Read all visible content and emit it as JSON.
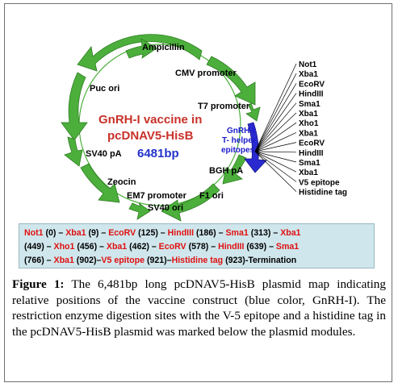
{
  "diagram": {
    "insert_title_line1": "GnRH-I vaccine in",
    "insert_title_line2": "pcDNAV5-HisB",
    "plasmid_size": "6481bp",
    "insert_label_line1": "GnRH-I",
    "insert_label_line2": "T- helper",
    "insert_label_line3": "epitopes",
    "features": {
      "ampicillin": "Ampicillin",
      "cmv_promoter": "CMV promoter",
      "puc_ori": "Puc ori",
      "t7_promoter": "T7 promoter",
      "sv40_pa": "SV40 pA",
      "bgh_pa": "BGH pA",
      "zeocin": "Zeocin",
      "f1_ori": "F1 ori",
      "em7_promoter": "EM7 promoter",
      "sv40_ori": "SV40 ori"
    },
    "sites": [
      {
        "label": "Not1",
        "color": "#e01010"
      },
      {
        "label": "Xba1",
        "color": "#000000"
      },
      {
        "label": "EcoRV",
        "color": "#000000"
      },
      {
        "label": "HindIII",
        "color": "#000000"
      },
      {
        "label": "Sma1",
        "color": "#000000"
      },
      {
        "label": "Xba1",
        "color": "#000000"
      },
      {
        "label": "Xho1",
        "color": "#e01010"
      },
      {
        "label": "Xba1",
        "color": "#000000"
      },
      {
        "label": "EcoRV",
        "color": "#000000"
      },
      {
        "label": "HindIII",
        "color": "#000000"
      },
      {
        "label": "Sma1",
        "color": "#000000"
      },
      {
        "label": "Xba1",
        "color": "#000000"
      },
      {
        "label": "V5 epitope",
        "color": "#000000"
      },
      {
        "label": "Histidine tag",
        "color": "#000000"
      }
    ],
    "colors": {
      "plasmid_arrow": "#4caf3c",
      "insert_arrow": "#2a2ad0",
      "red_site": "#e01010",
      "box_background": "#cfe6ec"
    }
  },
  "digest_box": {
    "line1": [
      {
        "t": "Not1",
        "red": true
      },
      {
        "t": " (0) – ",
        "red": false
      },
      {
        "t": "Xba1",
        "red": true
      },
      {
        "t": " (9) – ",
        "red": false
      },
      {
        "t": "EcoRV",
        "red": true
      },
      {
        "t": " (125) – ",
        "red": false
      },
      {
        "t": "HindIII",
        "red": true
      },
      {
        "t": " (186) – ",
        "red": false
      },
      {
        "t": "Sma1",
        "red": true
      },
      {
        "t": " (313) – ",
        "red": false
      },
      {
        "t": "Xba1",
        "red": true
      }
    ],
    "line2": [
      {
        "t": "(449) – ",
        "red": false
      },
      {
        "t": "Xho1",
        "red": true
      },
      {
        "t": " (456) – ",
        "red": false
      },
      {
        "t": "Xba1",
        "red": true
      },
      {
        "t": " (462) – ",
        "red": false
      },
      {
        "t": "EcoRV",
        "red": true
      },
      {
        "t": " (578) – ",
        "red": false
      },
      {
        "t": "HindIII",
        "red": true
      },
      {
        "t": " (639) – ",
        "red": false
      },
      {
        "t": "Sma1",
        "red": true
      }
    ],
    "line3": [
      {
        "t": "(766) – ",
        "red": false
      },
      {
        "t": "Xba1",
        "red": true
      },
      {
        "t": " (902)–",
        "red": false
      },
      {
        "t": "V5 epitope",
        "red": true
      },
      {
        "t": " (921)–",
        "red": false
      },
      {
        "t": "Histidine tag",
        "red": true
      },
      {
        "t": " (923)-Termination",
        "red": false
      }
    ]
  },
  "caption": {
    "label": "Figure 1:",
    "text": " The 6,481bp long pcDNAV5-HisB plasmid map indicating relative positions of the vaccine construct (blue color, GnRH-I). The restriction enzyme digestion sites with the V-5 epitope and a histidine tag in the pcDNAV5-HisB plasmid was marked below the plasmid modules."
  }
}
